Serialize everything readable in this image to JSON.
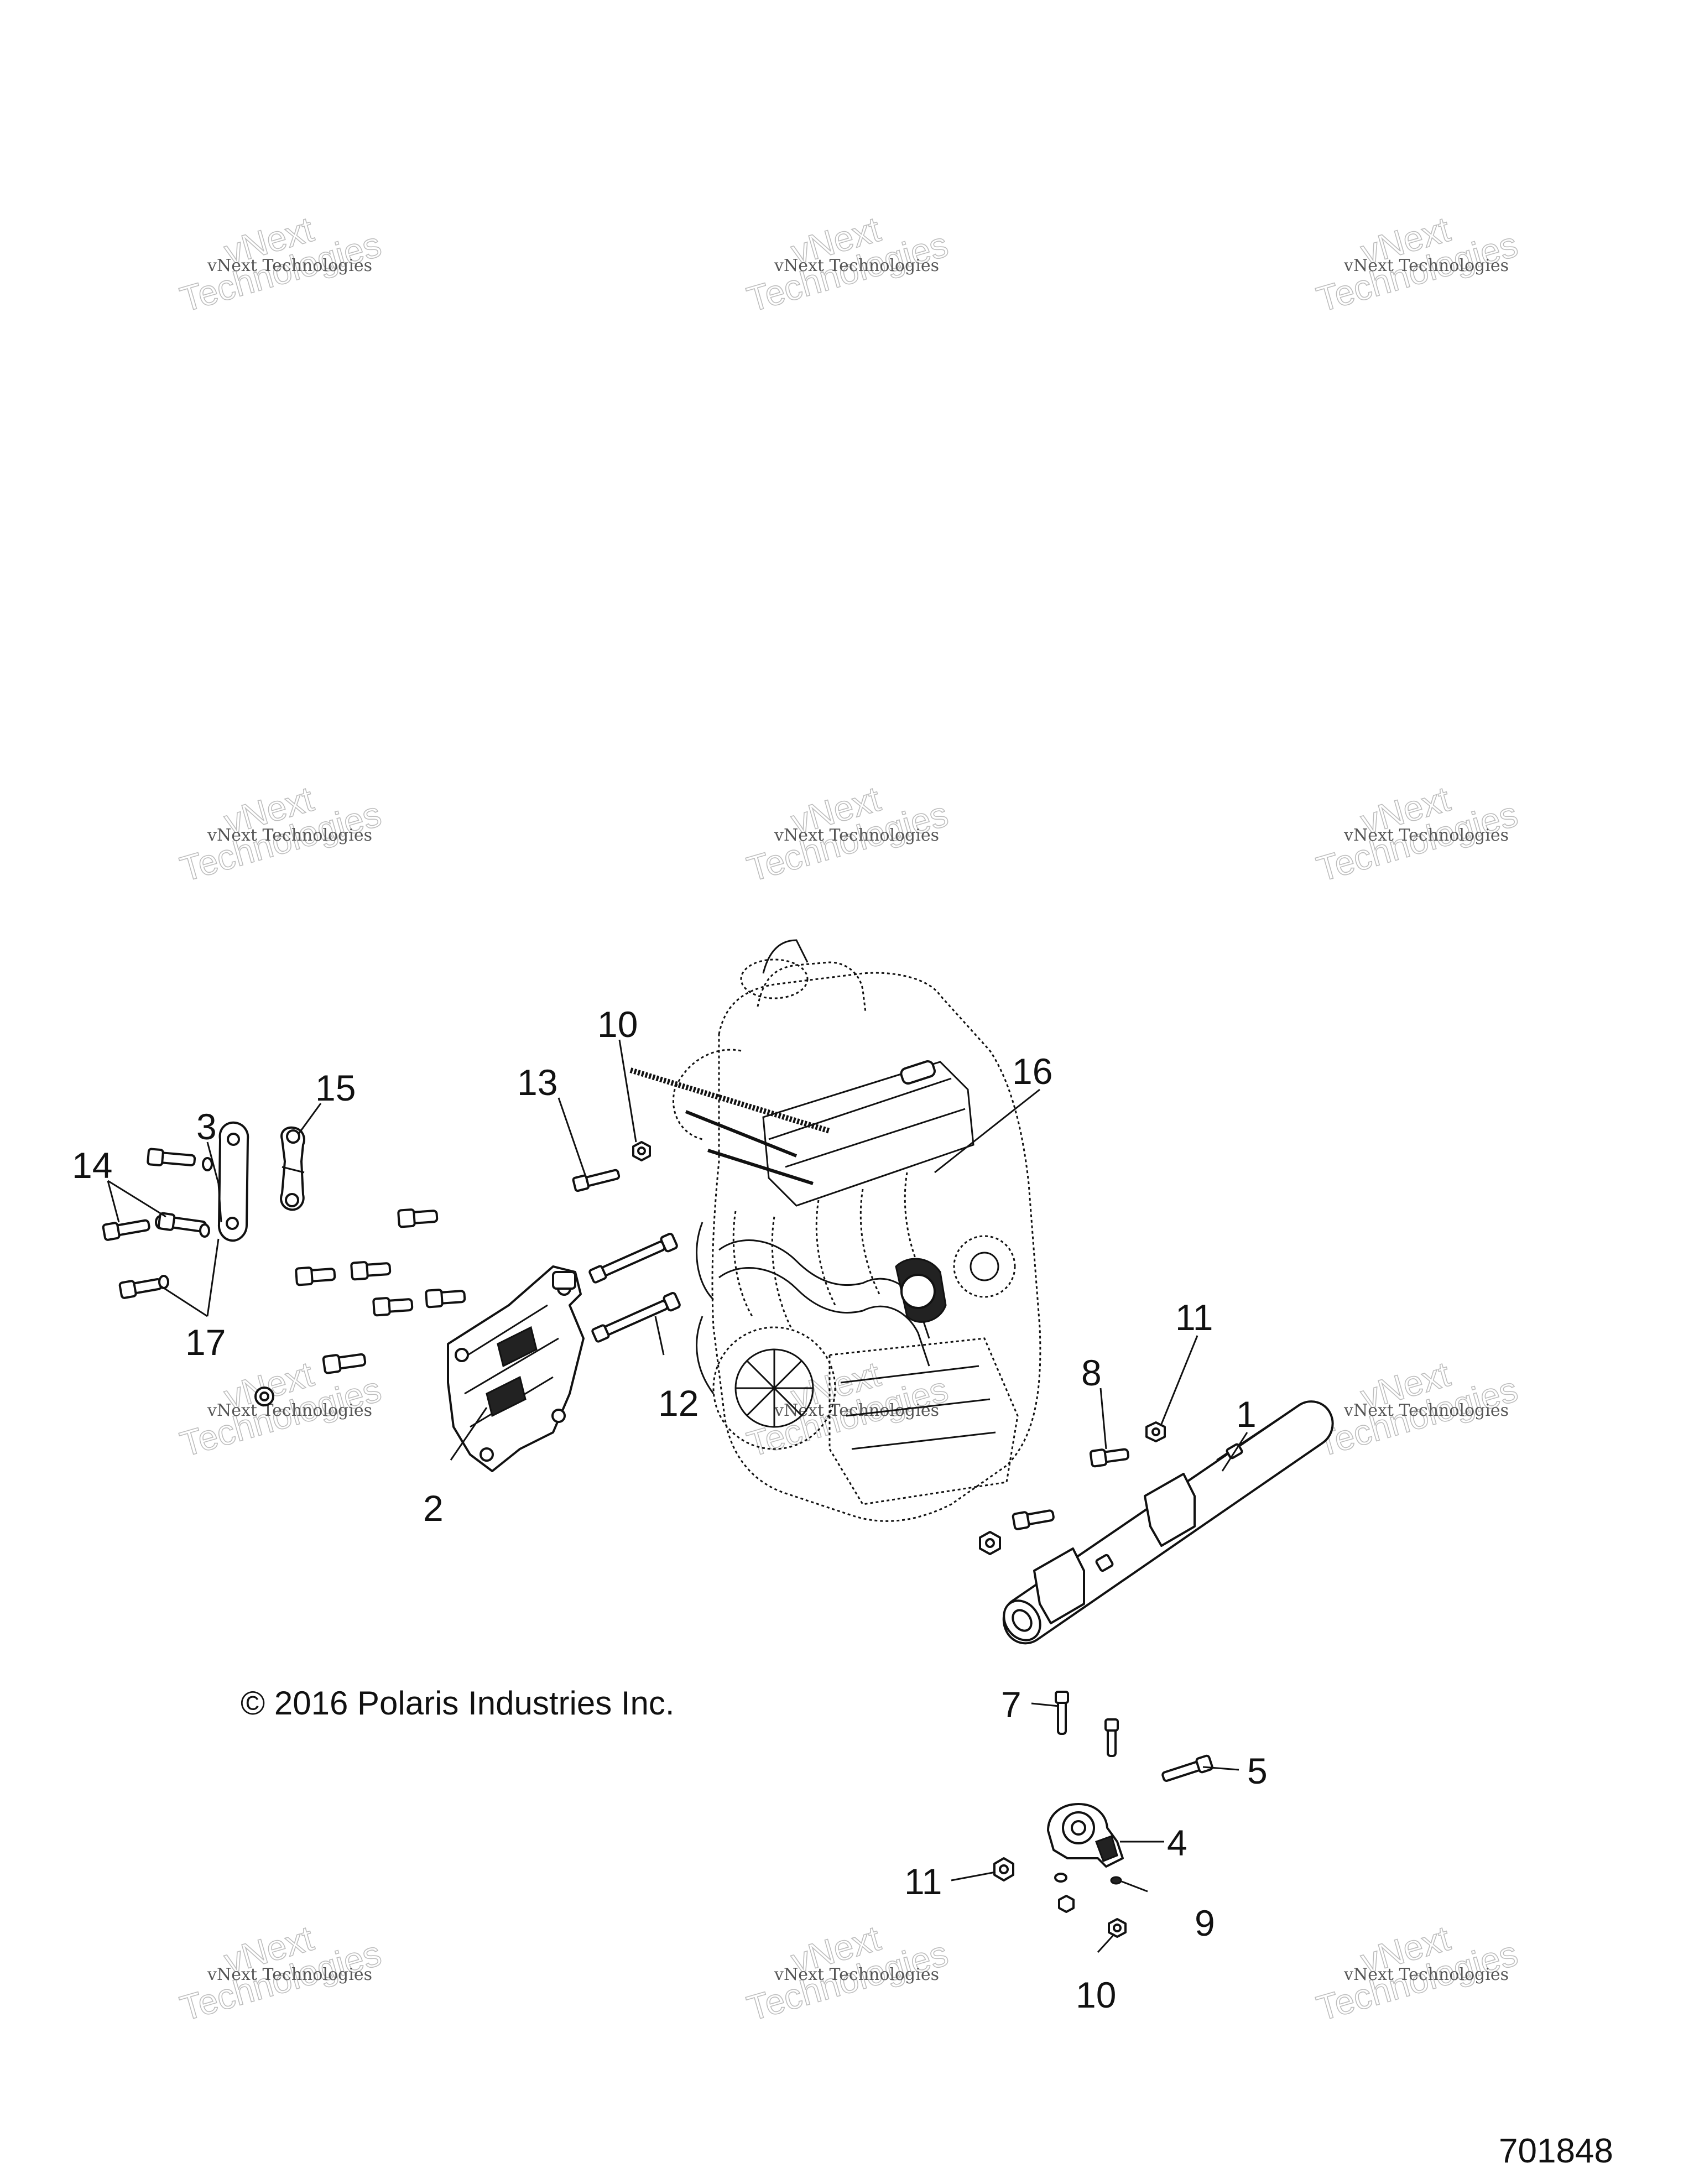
{
  "watermark": {
    "line1": "vNext Technologies",
    "line2": "vNext",
    "line3": "Technologies"
  },
  "callouts": {
    "c1": "1",
    "c2": "2",
    "c3": "3",
    "c4": "4",
    "c5": "5",
    "c7": "7",
    "c8": "8",
    "c9": "9",
    "c10a": "10",
    "c10b": "10",
    "c11a": "11",
    "c11b": "11",
    "c12": "12",
    "c13": "13",
    "c14": "14",
    "c15": "15",
    "c16": "16",
    "c17": "17"
  },
  "copyright": "© 2016 Polaris Industries Inc.",
  "figure_number": "701848"
}
